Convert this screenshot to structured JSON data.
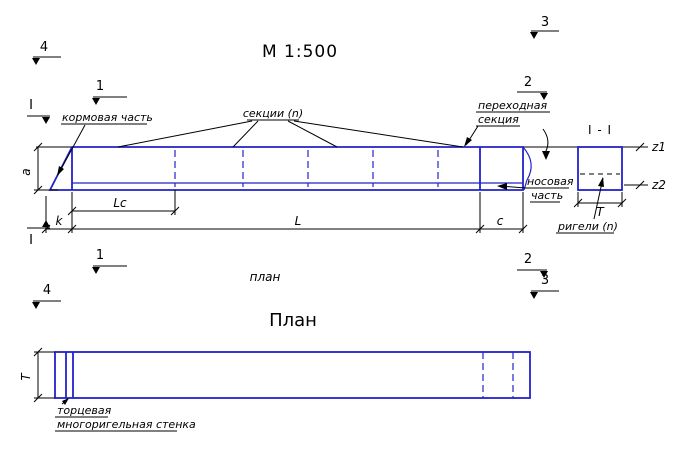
{
  "colors": {
    "drawing_blue": "#2222cc",
    "annotation_black": "#000000",
    "background": "#ffffff"
  },
  "headings": {
    "scale": "М 1:500",
    "plan": "План",
    "plan_caption": "план",
    "section": "I - I"
  },
  "cut_markers": {
    "one": "1",
    "two": "2",
    "three": "3",
    "four": "4",
    "i": "I"
  },
  "labels": {
    "stern": "кормовая часть",
    "sections": "секции (n)",
    "transition_line1": "переходная",
    "transition_line2": "секция",
    "bow_line1": "носовая",
    "bow_line2": "часть",
    "crossbars": "ригели (n)",
    "end_wall_line1": "торцевая",
    "end_wall_line2": "многоригельная стенка"
  },
  "dimensions": {
    "a": "a",
    "lc": "Lc",
    "l": "L",
    "k": "k",
    "c": "c",
    "t_section": "T",
    "t_plan": "T",
    "z1": "z1",
    "z2": "z2"
  }
}
